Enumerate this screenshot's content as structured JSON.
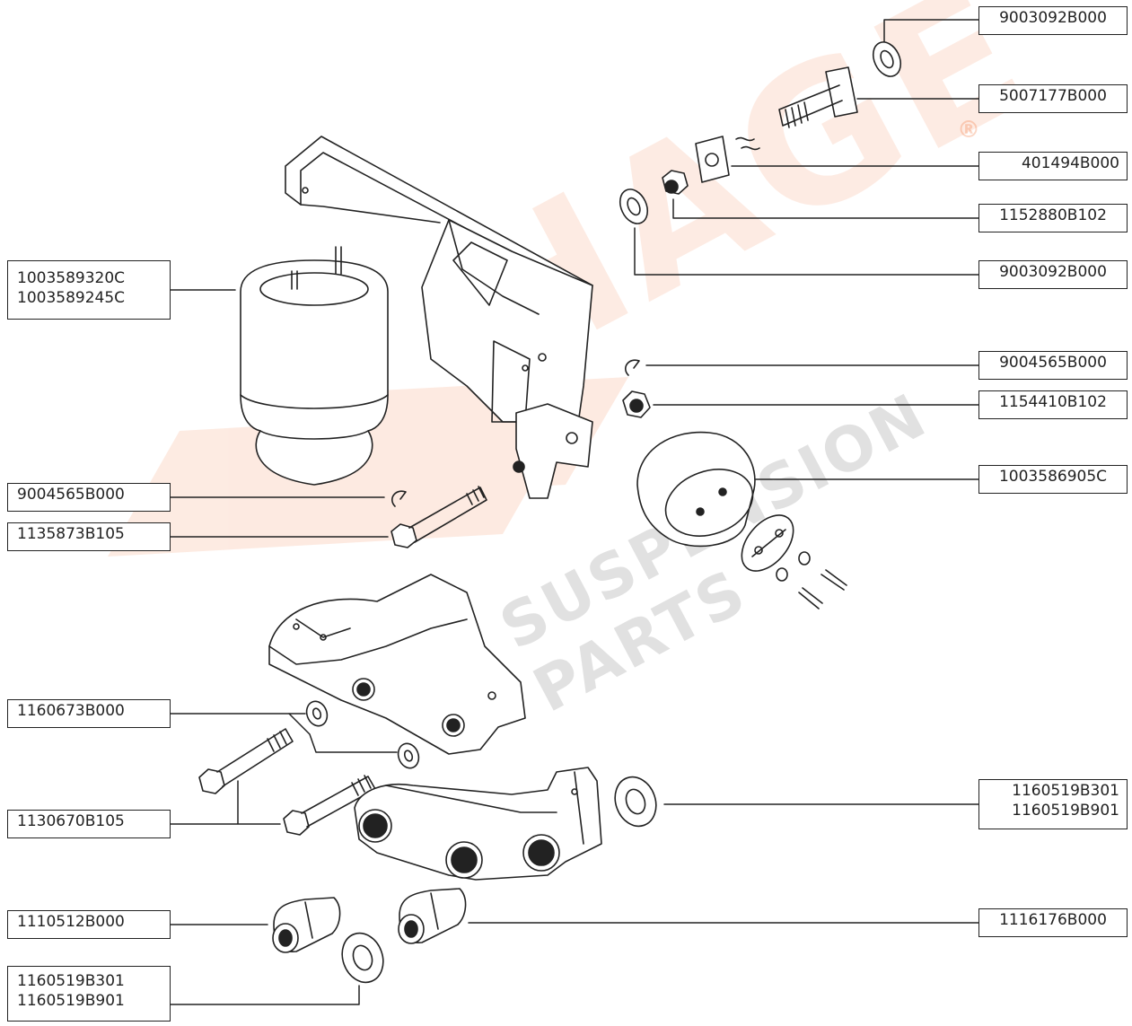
{
  "watermark": {
    "brand": "HAGE",
    "tagline": "SUSPENSION PARTS",
    "reg_mark": "®",
    "brand_color": "#f26522",
    "tagline_color": "#bdbdbd"
  },
  "parts_right": [
    {
      "id": "r1",
      "lines": [
        "9003092B000"
      ]
    },
    {
      "id": "r2",
      "lines": [
        "5007177B000"
      ]
    },
    {
      "id": "r3",
      "lines": [
        "401494B000"
      ]
    },
    {
      "id": "r4",
      "lines": [
        "1152880B102"
      ]
    },
    {
      "id": "r5",
      "lines": [
        "9003092B000"
      ]
    },
    {
      "id": "r6",
      "lines": [
        "9004565B000"
      ]
    },
    {
      "id": "r7",
      "lines": [
        "1154410B102"
      ]
    },
    {
      "id": "r8",
      "lines": [
        "1003586905C"
      ]
    },
    {
      "id": "r9",
      "lines": [
        "1160519B301",
        "1160519B901"
      ]
    },
    {
      "id": "r10",
      "lines": [
        "1116176B000"
      ]
    }
  ],
  "parts_left": [
    {
      "id": "l1",
      "lines": [
        "1003589320C",
        "1003589245C"
      ]
    },
    {
      "id": "l2",
      "lines": [
        "9004565B000"
      ]
    },
    {
      "id": "l3",
      "lines": [
        "1135873B105"
      ]
    },
    {
      "id": "l4",
      "lines": [
        "1160673B000"
      ]
    },
    {
      "id": "l5",
      "lines": [
        "1130670B105"
      ]
    },
    {
      "id": "l6",
      "lines": [
        "1110512B000"
      ]
    },
    {
      "id": "l7",
      "lines": [
        "1160519B301",
        "1160519B901"
      ]
    }
  ]
}
